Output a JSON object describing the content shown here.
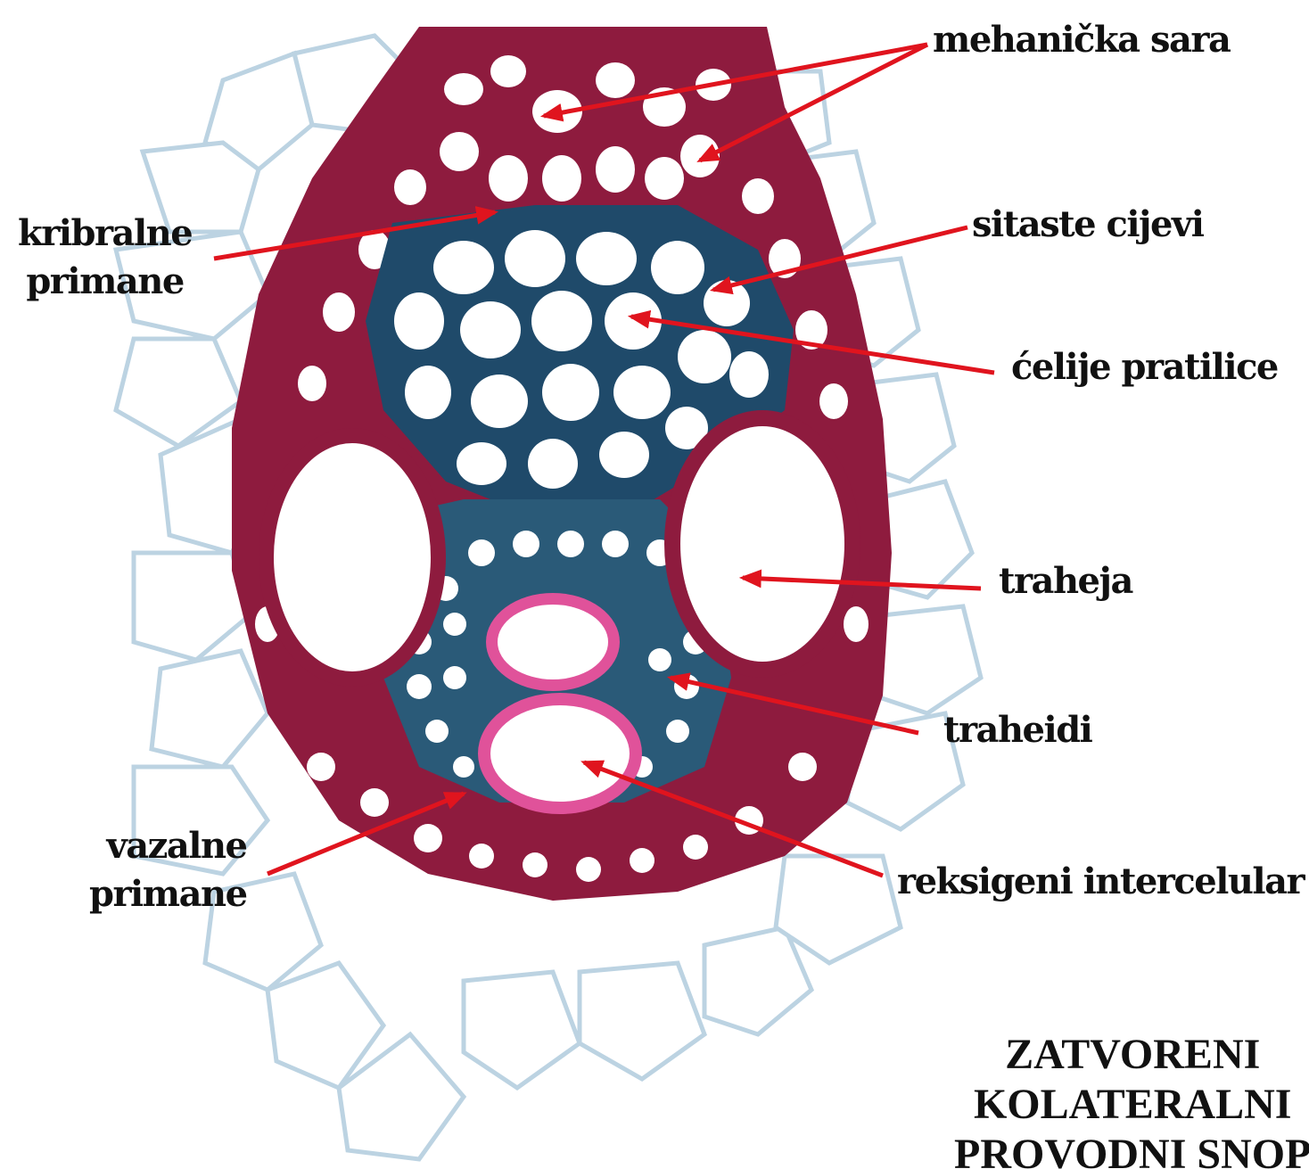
{
  "labels": {
    "mehanicka_sara": "mehanička sara",
    "kribralne_primane_1": "kribralne",
    "kribralne_primane_2": "primane",
    "sitaste_cijevi": "sitaste cijevi",
    "celije_pratilice": "ćelije pratilice",
    "traheja": "traheja",
    "traheidi": "traheidi",
    "vazalne_primane_1": "vazalne",
    "vazalne_primane_2": "primane",
    "reksigeni_intercelular": "reksigeni intercelular"
  },
  "title": {
    "line1": "ZATVORENI",
    "line2": "KOLATERALNI",
    "line3": "PROVODNI SNOP"
  },
  "colors": {
    "arrow": "#e0141e",
    "sclerenchyma": "#8e1b3e",
    "phloem": "#1f4a6a",
    "parenchyma_wall": "#c2d8e6",
    "intercellular": "#e0529a"
  }
}
